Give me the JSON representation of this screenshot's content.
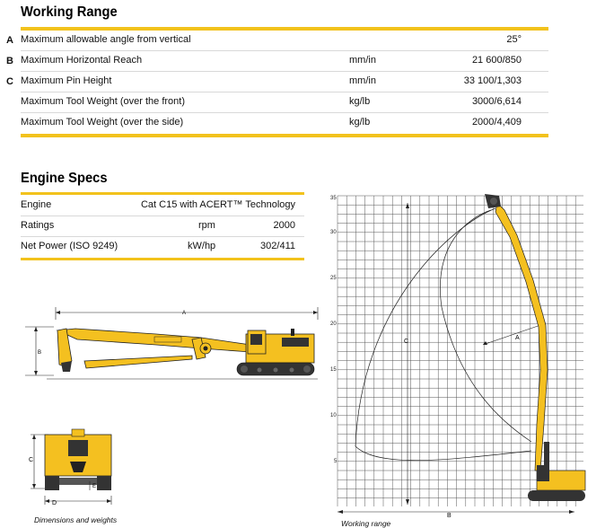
{
  "working_range": {
    "title": "Working Range",
    "rows": [
      {
        "letter": "A",
        "label": "Maximum allowable angle from vertical",
        "unit": "",
        "value": "25°"
      },
      {
        "letter": "B",
        "label": "Maximum Horizontal Reach",
        "unit": "mm/in",
        "value": "21 600/850"
      },
      {
        "letter": "C",
        "label": "Maximum Pin Height",
        "unit": "mm/in",
        "value": "33 100/1,303"
      },
      {
        "letter": "",
        "label": "Maximum Tool Weight (over the front)",
        "unit": "kg/lb",
        "value": "3000/6,614"
      },
      {
        "letter": "",
        "label": "Maximum Tool Weight (over the side)",
        "unit": "kg/lb",
        "value": "2000/4,409"
      }
    ]
  },
  "engine_specs": {
    "title": "Engine Specs",
    "rows": [
      {
        "label": "Engine",
        "unit": "",
        "value": "Cat C15 with ACERT™ Technology"
      },
      {
        "label": "Ratings",
        "unit": "rpm",
        "value": "2000"
      },
      {
        "label": "Net Power (ISO 9249)",
        "unit": "kW/hp",
        "value": "302/411"
      }
    ]
  },
  "side_view": {
    "dim_a": "A",
    "dim_b": "B"
  },
  "front_view": {
    "dim_c": "C",
    "dim_d": "D",
    "dim_e": "E",
    "caption": "Dimensions and weights"
  },
  "range_chart": {
    "y_ticks": [
      "35",
      "30",
      "25",
      "20",
      "15",
      "10",
      "5"
    ],
    "label_a": "A",
    "label_b": "B",
    "label_c": "C",
    "caption": "Working range"
  },
  "colors": {
    "accent": "#f2c21c",
    "machine": "#f4c020",
    "dark": "#222222"
  }
}
